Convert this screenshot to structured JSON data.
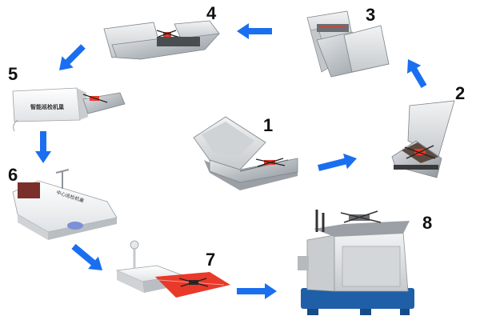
{
  "diagram": {
    "steps": [
      {
        "number": "1",
        "label": "",
        "device": "lid-open-enclosure"
      },
      {
        "number": "2",
        "label": "",
        "device": "tilted-enclosure-with-drone"
      },
      {
        "number": "3",
        "label": "",
        "device": "enclosure-with-extended-tray"
      },
      {
        "number": "4",
        "label": "",
        "device": "sliding-tray-enclosure"
      },
      {
        "number": "5",
        "label": "智能巡检机巢",
        "device": "closed-box-with-ramp"
      },
      {
        "number": "6",
        "label": "中心巡检机巢",
        "device": "rounded-station-with-antenna"
      },
      {
        "number": "7",
        "label": "",
        "device": "landing-platform-red-pad"
      },
      {
        "number": "8",
        "label": "",
        "device": "vehicle-mounted-station-on-pallet"
      }
    ],
    "arrow_color": "#1a6ff0",
    "pad_color": "#e8392a",
    "pallet_color": "#1e5fa8"
  }
}
